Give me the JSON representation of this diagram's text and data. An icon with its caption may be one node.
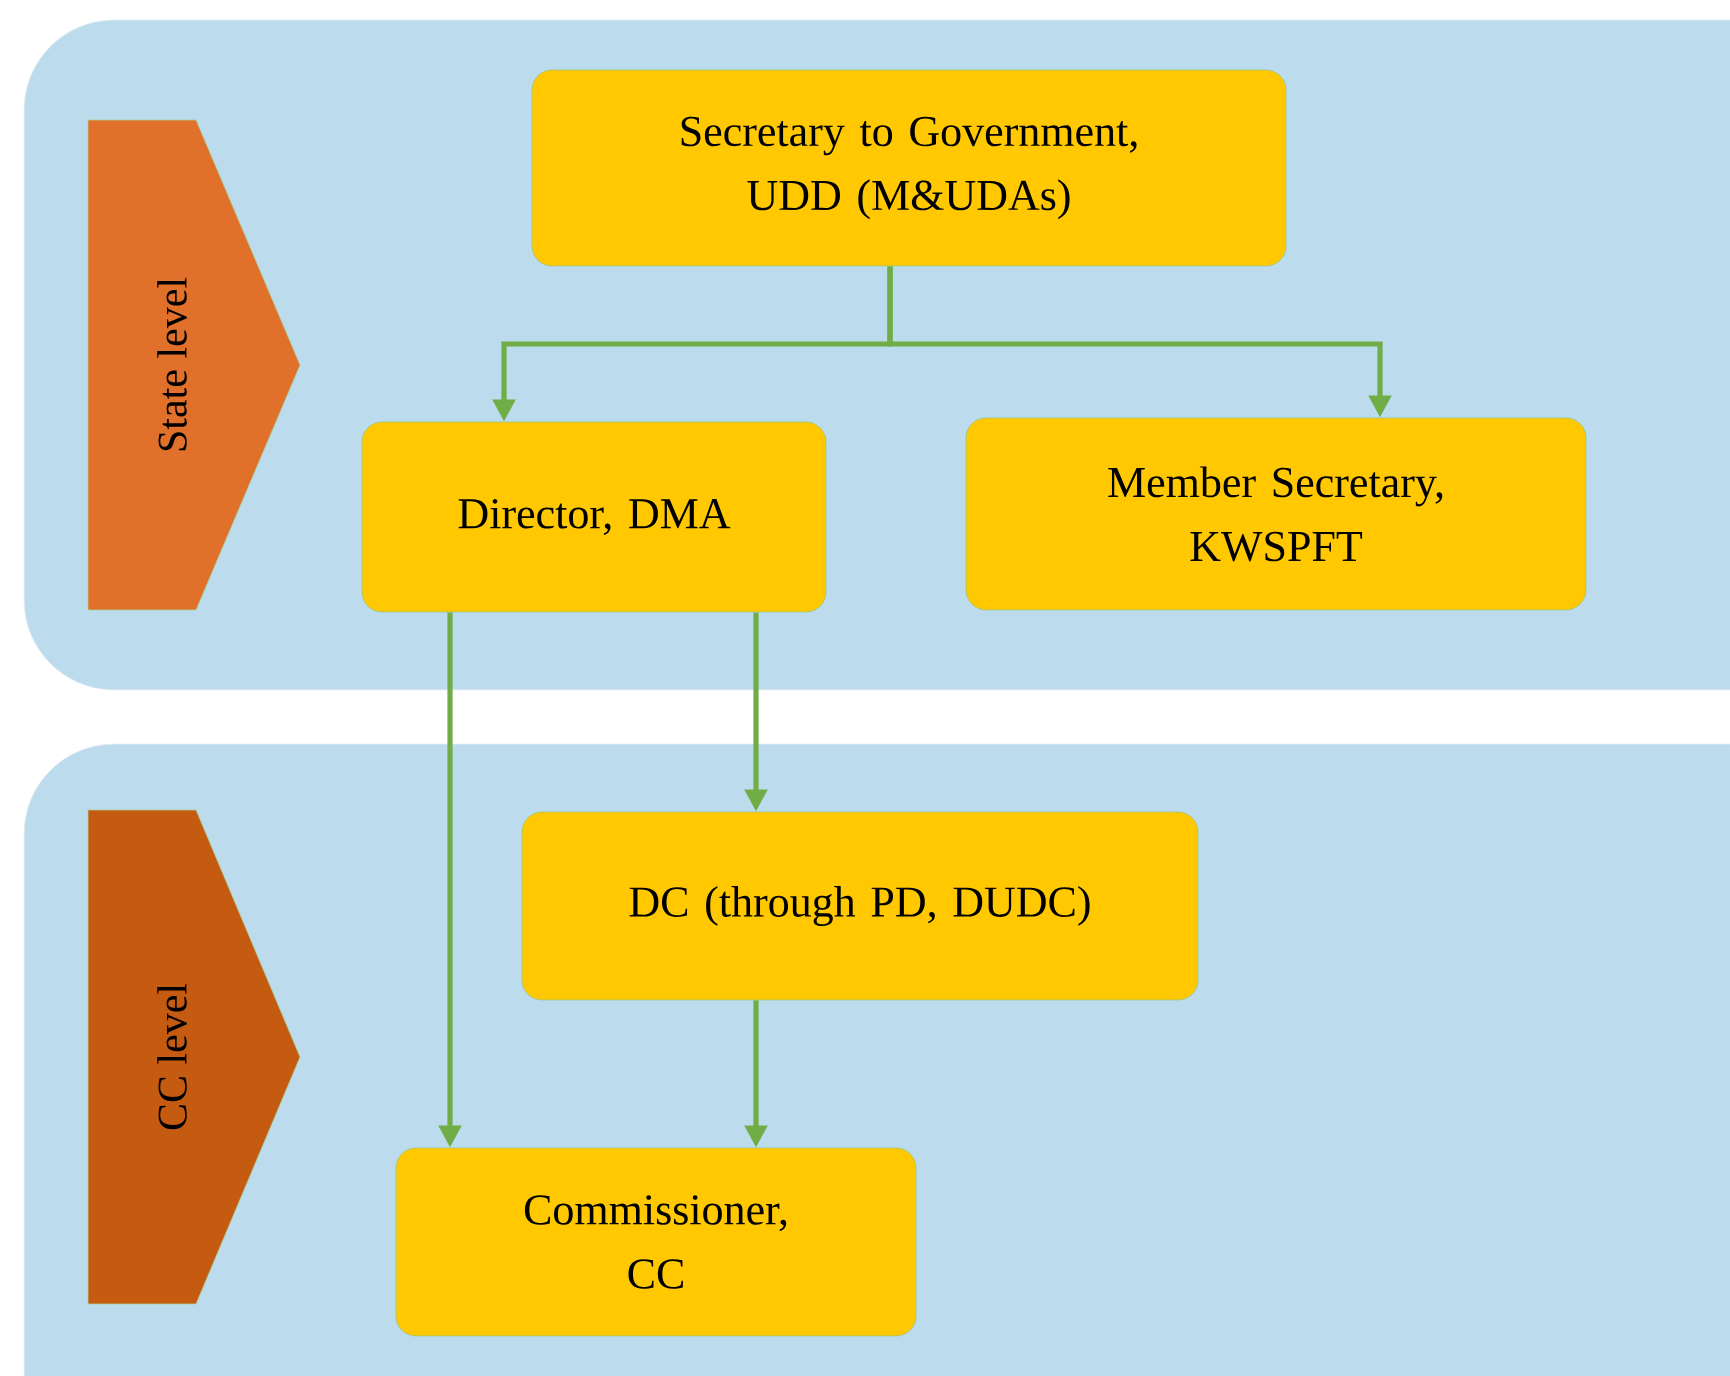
{
  "diagram": {
    "nodes": [
      {
        "text": [],
        "shape": "box"
      },
      {
        "text": [
          "State level"
        ],
        "in": 0
      },
      {
        "text": [
          "Secretary to Government, UDD (M&UDAs)"
        ],
        "in": 0
      },
      {
        "text": [
          "Director, DMA"
        ],
        "in": 0
      },
      {
        "text": [
          "Member Secretary, KWSPFT"
        ],
        "in": 0
      },
      {
        "text": [],
        "shape": "box"
      },
      {
        "text": [
          "CC level"
        ],
        "in": 5
      },
      {
        "text": [
          "DC (through PD, DUDC)"
        ],
        "in": 5
      },
      {
        "text": [
          "Commissioner, CC"
        ],
        "in": 5
      }
    ],
    "edges": [
      {
        "from": 2,
        "to": 3,
        "arrow": "to"
      },
      {
        "from": 2,
        "to": 4,
        "arrow": "to"
      },
      {
        "from": 3,
        "to": 8,
        "arrow": "to"
      },
      {
        "from": 3,
        "to": 7,
        "arrow": "to"
      },
      {
        "from": 7,
        "to": 8,
        "arrow": "to"
      }
    ]
  }
}
